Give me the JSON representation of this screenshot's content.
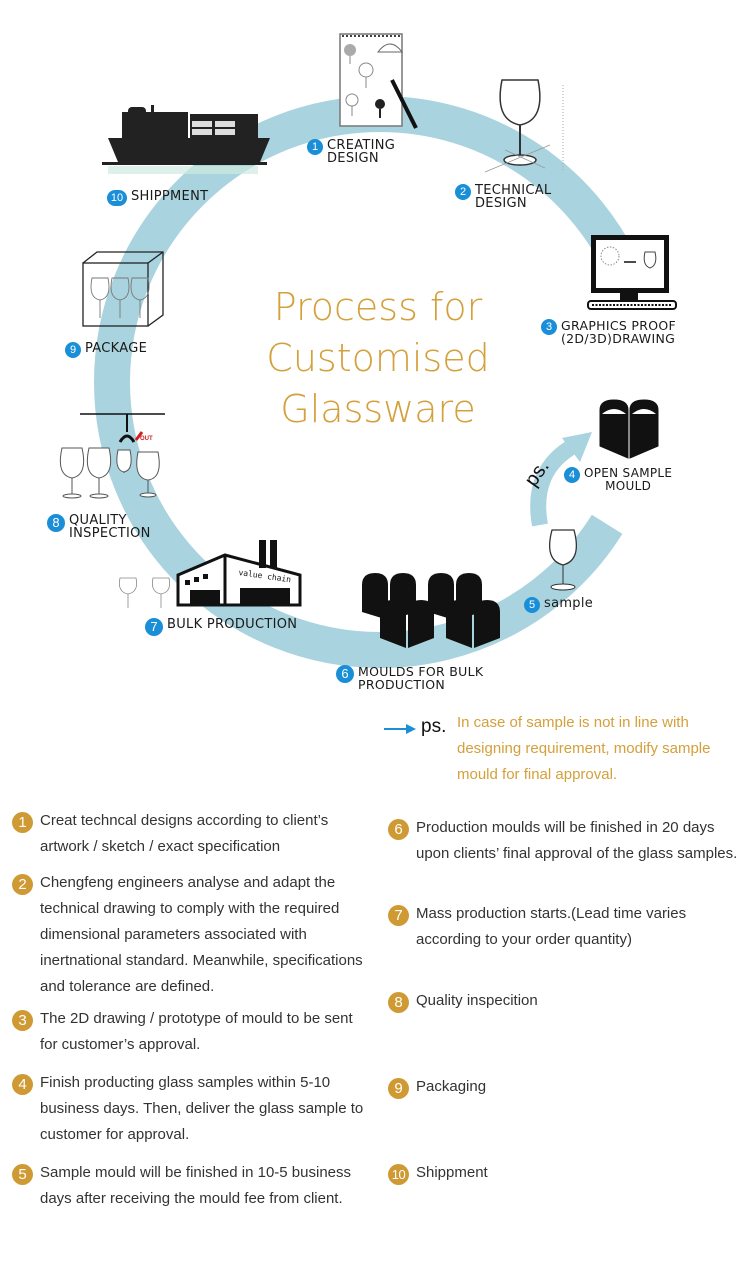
{
  "title": {
    "lines": [
      "Process for",
      "Customised",
      "Glassware"
    ]
  },
  "diagram_steps": [
    {
      "number": "1",
      "label_lines": [
        "CREATING",
        "DESIGN"
      ],
      "icon": "sketchbook-pen-icon"
    },
    {
      "number": "2",
      "label_lines": [
        "TECHNICAL",
        "DESIGN"
      ],
      "icon": "wine-glass-wireframe-icon"
    },
    {
      "number": "3",
      "label_lines": [
        "GRAPHICS PROOF",
        "(2D/3D)DRAWING"
      ],
      "icon": "computer-monitor-icon"
    },
    {
      "number": "4",
      "label_lines": [
        "OPEN SAMPLE",
        "MOULD"
      ],
      "icon": "open-mould-icon"
    },
    {
      "number": "5",
      "label_lines": [
        "sample"
      ],
      "icon": "wine-glass-icon"
    },
    {
      "number": "6",
      "label_lines": [
        "MOULDS FOR BULK",
        "PRODUCTION"
      ],
      "icon": "moulds-icon"
    },
    {
      "number": "7",
      "label_lines": [
        "BULK PRODUCTION"
      ],
      "icon": "factory-icon",
      "factory_sign": "value chain"
    },
    {
      "number": "8",
      "label_lines": [
        "QUALITY",
        "INSPECTION"
      ],
      "icon": "inspection-claw-icon",
      "reject_tag": "OUT"
    },
    {
      "number": "9",
      "label_lines": [
        "PACKAGE"
      ],
      "icon": "glass-box-icon"
    },
    {
      "number": "10",
      "label_lines": [
        "SHIPPMENT"
      ],
      "icon": "cargo-ship-icon"
    }
  ],
  "ps_arrow_label": "ps.",
  "ps_note": {
    "marker": "ps.",
    "text": "In case of sample is not in line with designing requirement, modify sample mould for final approval."
  },
  "steps_left": [
    {
      "number": "1",
      "text": "Creat techncal designs according to client’s artwork / sketch / exact specification"
    },
    {
      "number": "2",
      "text": "Chengfeng engineers analyse and adapt the technical drawing to comply with the required dimensional parameters associated with inertnational standard. Meanwhile, specifications and tolerance are defined."
    },
    {
      "number": "3",
      "text": "The 2D drawing / prototype of mould to be sent for customer’s approval."
    },
    {
      "number": "4",
      "text": "Finish producting glass samples within 5-10 business days. Then, deliver the glass sample to customer for approval."
    },
    {
      "number": "5",
      "text": "Sample mould will be finished in 10-5 business days after receiving the mould fee from client."
    }
  ],
  "steps_right": [
    {
      "number": "6",
      "text": "Production moulds will be finished in 20 days upon clients’ final approval of the glass samples."
    },
    {
      "number": "7",
      "text": "Mass production starts.(Lead time varies according to your order quantity)"
    },
    {
      "number": "8",
      "text": "Quality inspecition"
    },
    {
      "number": "9",
      "text": "Packaging"
    },
    {
      "number": "10",
      "text": "Shippment"
    }
  ],
  "colors": {
    "ring": "#a9d3de",
    "title_gold": "#d4a03c",
    "badge_gold": "#cf9a33",
    "step_blue": "#1a8fd8",
    "text_dark": "#333333"
  }
}
